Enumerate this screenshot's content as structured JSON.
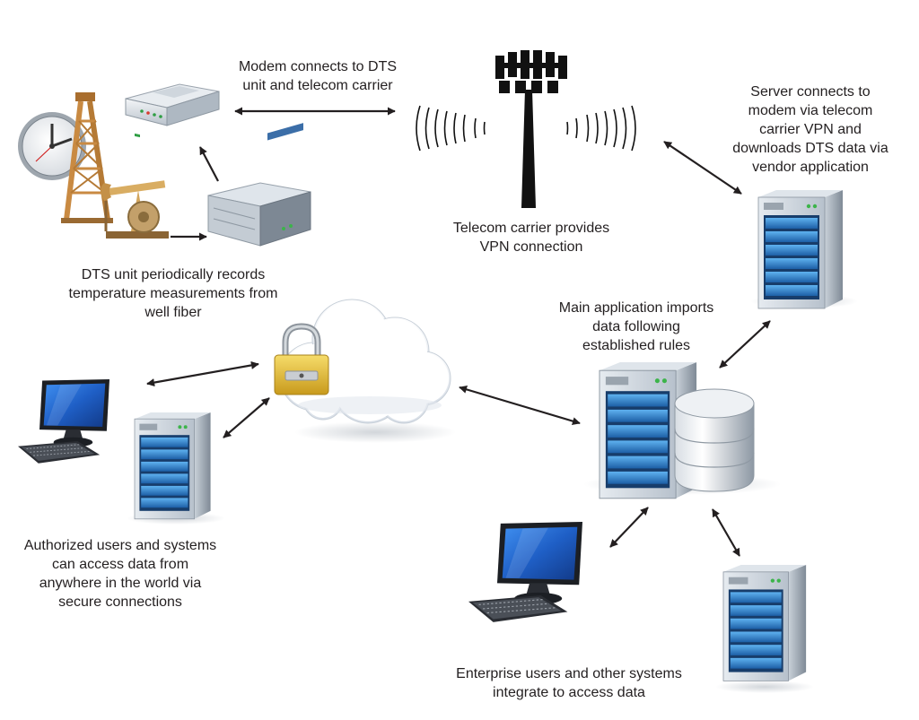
{
  "captions": {
    "modem": "Modem connects to DTS\nunit and telecom carrier",
    "telecom": "Telecom carrier provides\nVPN connection",
    "server": "Server connects to\nmodem via telecom\ncarrier VPN and\ndownloads DTS data via\nvendor application",
    "dts": "DTS unit periodically records\ntemperature measurements from\nwell fiber",
    "main_app": "Main application imports\ndata following\nestablished rules",
    "authorized": "Authorized users and systems\ncan access data from\nanywhere in the world via\nsecure connections",
    "enterprise": "Enterprise users and other systems\nintegrate to access data"
  },
  "icons": [
    "clock-icon",
    "oil-derrick-icon",
    "pumpjack-icon",
    "modem-icon",
    "dts-unit-icon",
    "cell-tower-icon",
    "vendor-server-icon",
    "cloud-icon",
    "padlock-icon",
    "main-server-icon",
    "database-icon",
    "remote-monitor-icon",
    "remote-keyboard-icon",
    "remote-server-icon",
    "enterprise-monitor-icon",
    "enterprise-keyboard-icon",
    "enterprise-server-icon"
  ],
  "colors": {
    "server_blue": "#3b8fd4",
    "screen_blue": "#1f5fc6",
    "padlock_gold": "#e9c23a",
    "derrick_orange": "#c98a42",
    "arrow": "#231f20"
  }
}
